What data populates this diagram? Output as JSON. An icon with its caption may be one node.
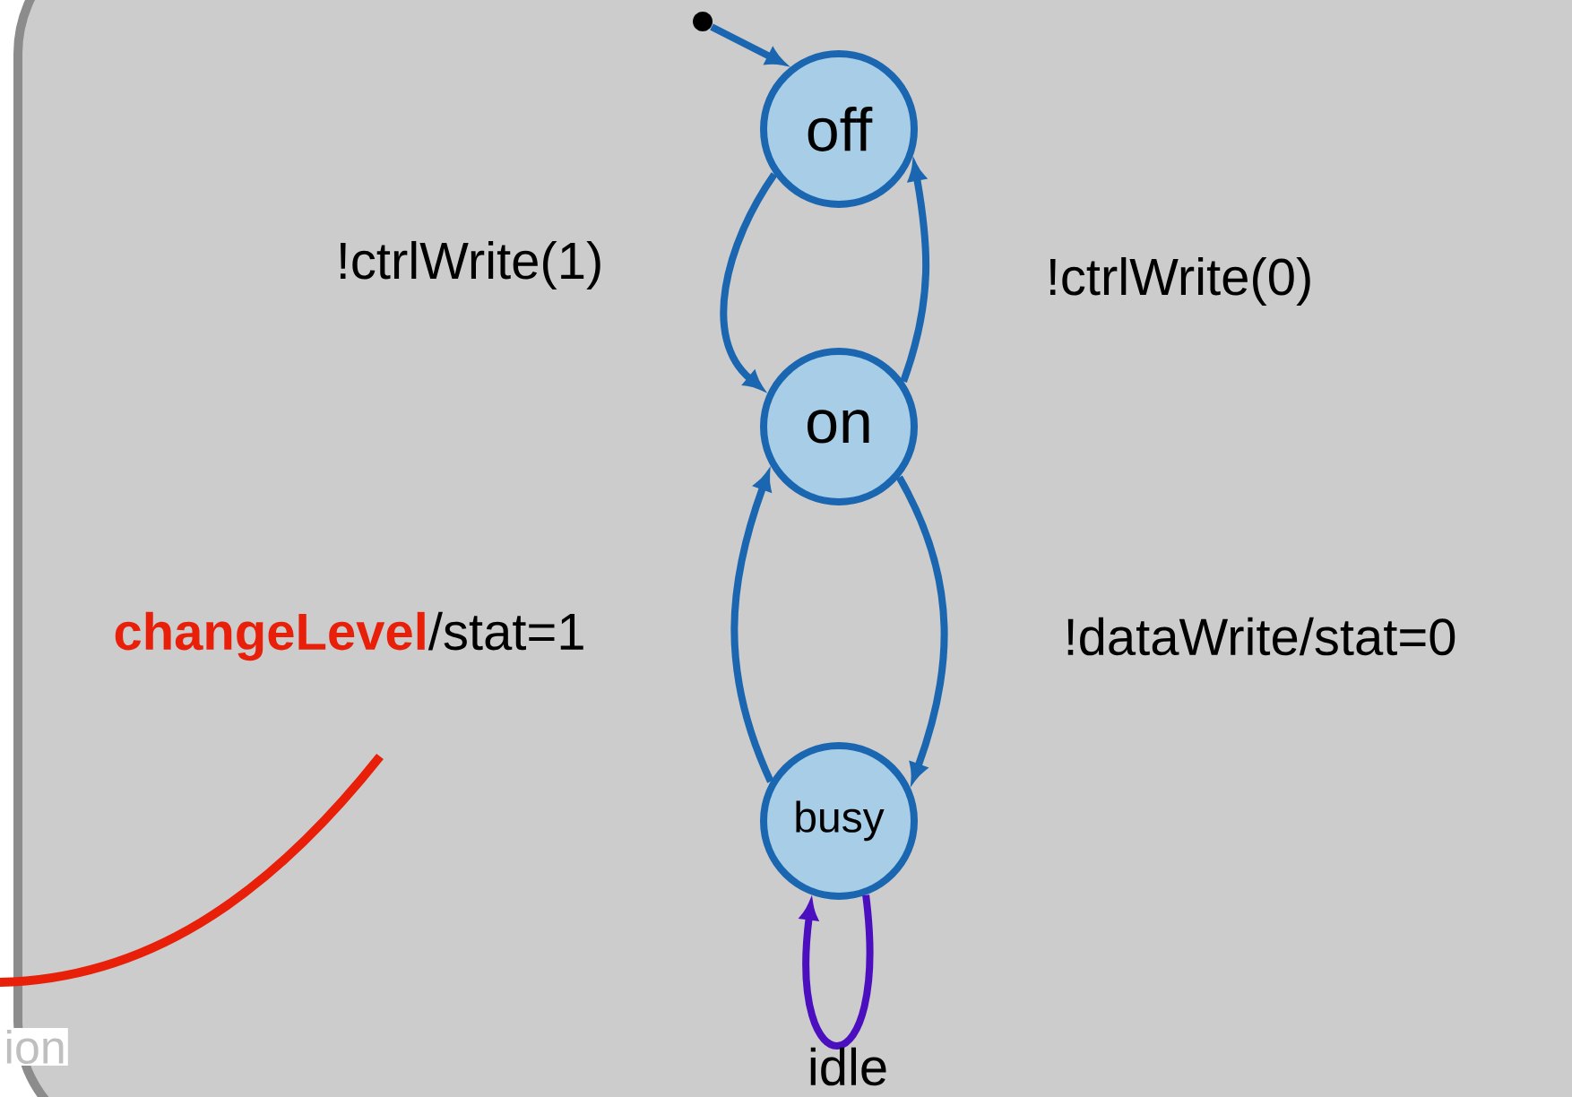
{
  "diagram": {
    "nodes": [
      {
        "text": [
          "off"
        ]
      },
      {
        "text": [
          "on"
        ]
      },
      {
        "text": [
          "busy"
        ]
      }
    ],
    "edges": [
      {
        "from": null,
        "to": 0,
        "arrow": "to"
      },
      {
        "from": 0,
        "to": 1,
        "arrow": "to",
        "label": "!ctrlWrite(1)"
      },
      {
        "from": 1,
        "to": 0,
        "arrow": "to",
        "label": "!ctrlWrite(0)"
      },
      {
        "from": 1,
        "to": 2,
        "arrow": "to",
        "label": "!dataWrite/stat=0"
      },
      {
        "from": 2,
        "to": 1,
        "arrow": "to",
        "label": "**changeLevel**/stat=1"
      },
      {
        "from": 2,
        "to": 2,
        "arrow": "to",
        "label": "idle",
        "color": "#4b0fbf"
      }
    ],
    "labels": [
      "ion"
    ]
  }
}
